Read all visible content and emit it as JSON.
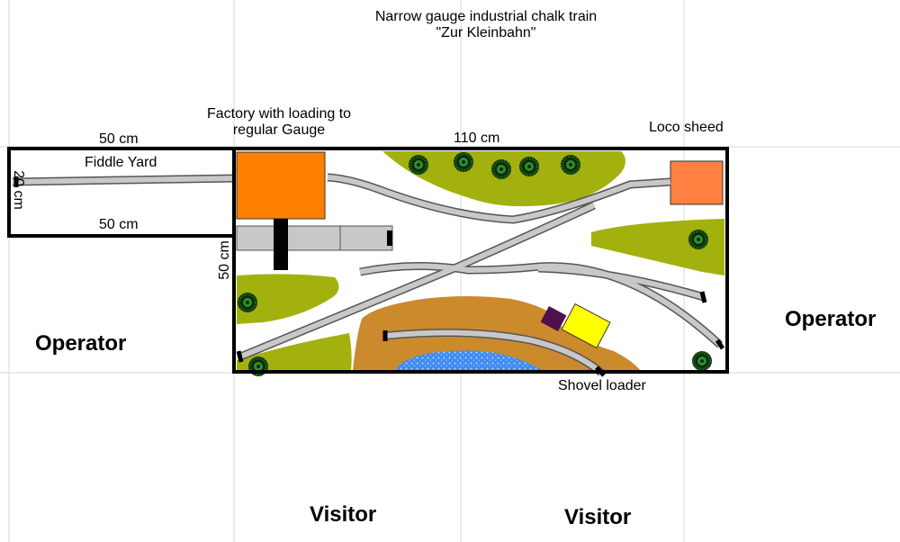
{
  "title": {
    "line1": "Narrow gauge industrial chalk train",
    "line2": "\"Zur Kleinbahn\""
  },
  "factory": {
    "line1": "Factory with loading to",
    "line2": "regular Gauge"
  },
  "loco_shed": "Loco sheed",
  "shovel_loader": "Shovel loader",
  "fiddle_yard": "Fiddle Yard",
  "dimensions": {
    "fiddle_top": "50 cm",
    "fiddle_bottom": "50 cm",
    "fiddle_depth": "20 cm",
    "main_width": "110 cm",
    "main_depth": "50 cm"
  },
  "positions": {
    "operator_left": "Operator",
    "operator_right": "Operator",
    "visitor_left": "Visitor",
    "visitor_right": "Visitor"
  },
  "colors": {
    "factory": "#ff8000",
    "loco_shed": "#ff8040",
    "grass": "#a3b10e",
    "dirt": "#cb8a2c",
    "water": "#3f8cf0",
    "rail": "#c8c8c8",
    "shovel_yellow": "#ffff00",
    "shovel_purple": "#50104d"
  }
}
